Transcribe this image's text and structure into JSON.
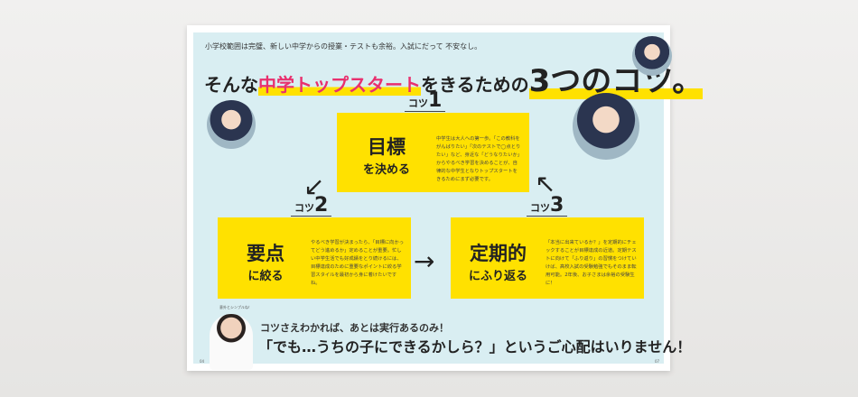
{
  "lead": "小学校範囲は完璧、新しい中学からの授業・テストも余裕。入試にだって 不安なし。",
  "title": {
    "pre": "そんな",
    "highlight": "中学トップスタート",
    "mid": "をきるための",
    "num": "3",
    "post": "つのコツ。"
  },
  "steps": [
    {
      "label": "コツ",
      "num": "1",
      "main": "目標",
      "sub": "を決める",
      "text": "中学生は大人への第一歩。「この教科をがんばりたい」「次のテストで◯点とりたい」など、身近な「どうなりたいか」からやるべき学習を決めることが、自律的な中学生となりトップスタートをきるためにまず必要です。"
    },
    {
      "label": "コツ",
      "num": "2",
      "main": "要点",
      "sub": "に絞る",
      "text": "やるべき学習が決まったら、「目標に向かってどう進めるか」定めることが重要。忙しい中学生活でも好成績をとり続けるには、目標達成のために重要なポイントに絞る学習スタイルを最初から身に着けたいですね。"
    },
    {
      "label": "コツ",
      "num": "3",
      "main": "定期的",
      "sub": "にふり返る",
      "text": "「本当に出来ているか？」を定期的にチェックすることが目標達成の近道。定期テストに向けて「ふり返り」の習慣をつけていけば、高校入試の受験勉強でもそのまま転用可能。2年後、お子さまは余裕の受験生に！"
    }
  ],
  "bubble": "意外とシンプルね！",
  "footer": {
    "line1": "コツさえわかれば、あとは実行あるのみ！",
    "line2": "「でも…うちの子にできるかしら？」というご心配はいりません！"
  },
  "pages": {
    "left": "04",
    "right": "07"
  },
  "colors": {
    "yellow": "#ffe100",
    "pink": "#e8306e",
    "panel": "#d9eef2"
  }
}
